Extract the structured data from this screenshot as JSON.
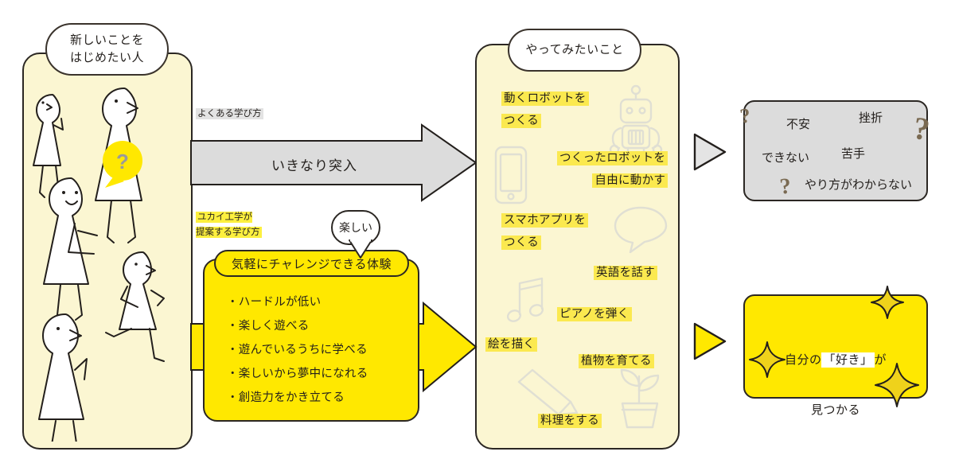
{
  "left_panel": {
    "title": "新しいことを\nはじめたい人",
    "bubble_question": "?"
  },
  "middle_panel": {
    "title": "やってみたいこと",
    "items": [
      {
        "text": "動くロボットを\nつくる",
        "name": "wish-make-moving-robot"
      },
      {
        "text": "つくったロボットを\n自由に動かす",
        "name": "wish-move-robot-freely"
      },
      {
        "text": "スマホアプリを\nつくる",
        "name": "wish-make-smartphone-app"
      },
      {
        "text": "英語を話す",
        "name": "wish-speak-english"
      },
      {
        "text": "ピアノを弾く",
        "name": "wish-play-piano"
      },
      {
        "text": "絵を描く",
        "name": "wish-draw-picture"
      },
      {
        "text": "植物を育てる",
        "name": "wish-grow-plants"
      },
      {
        "text": "料理をする",
        "name": "wish-cook"
      }
    ],
    "deco_icons": [
      "robot-icon",
      "smartphone-icon",
      "speech-bubble-icon",
      "music-note-icon",
      "pencil-icon",
      "potted-plant-icon"
    ]
  },
  "gray_arrow": {
    "label": "よくある学び方",
    "text": "いきなり突入"
  },
  "yellow_arrow": {
    "label": "ユカイ工学が\n提案する学び方",
    "fun_bubble": "楽しい",
    "heading": "気軽にチャレンジできる体験",
    "points": [
      "・ハードルが低い",
      "・楽しく遊べる",
      "・遊んでいるうちに学べる",
      "・楽しいから夢中になれる",
      "・創造力をかき立てる"
    ]
  },
  "result_negative": {
    "words": [
      "不安",
      "挫折",
      "できない",
      "苦手",
      "やり方がわからない"
    ],
    "question_marks": [
      "?",
      "?",
      "?"
    ]
  },
  "result_positive": {
    "line1_pre": "自分の",
    "line1_hl": "「好き」",
    "line1_post": "が",
    "line2": "見つかる",
    "sparkles": [
      "sparkle",
      "sparkle",
      "sparkle"
    ]
  },
  "colors": {
    "panel_fill": "#FBF6D2",
    "highlight_yellow": "#FBE94F",
    "strong_yellow": "#FFE800",
    "gray_fill": "#DCDCDC",
    "outline": "#2B2723",
    "question_brown": "#7A6A52"
  }
}
